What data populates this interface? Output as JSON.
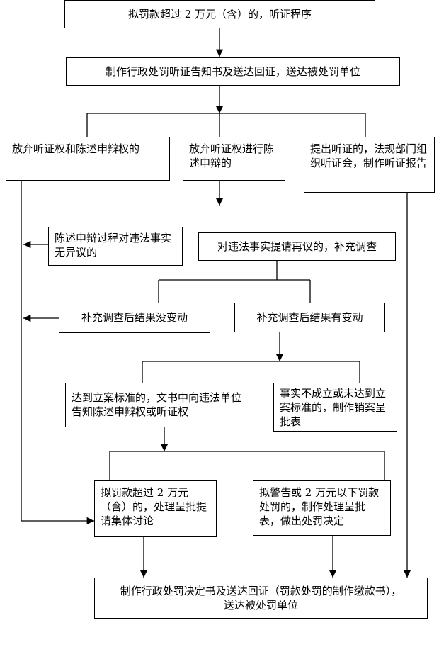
{
  "nodes": {
    "b1": "拟罚款超过 2 万元（含）的，听证程序",
    "b2": "制作行政处罚听证告知书及送达回证，送达被处罚单位",
    "b3": "放弃听证权和陈述申辩权的",
    "b4": "放弃听证权进行陈述申辩的",
    "b5": "提出听证的，法规部门组织听证会，制作听证报告",
    "b6": "陈述申辩过程对违法事实无异议的",
    "b7": "对违法事实提请再议的，补充调查",
    "b8": "补充调查后结果没变动",
    "b9": "补充调查后结果有变动",
    "b10": "达到立案标准的，文书中向违法单位告知陈述申辩权或听证权",
    "b11": "事实不成立或未达到立案标准的，制作销案呈批表",
    "b12": "拟罚款超过 2 万元（含）的，处理呈批提请集体讨论",
    "b13": "拟警告或 2 万元以下罚款处罚的，制作处理呈批表，做出处罚决定",
    "b14": "制作行政处罚决定书及送达回证（罚款处罚的制作缴款书），送达被处罚单位"
  }
}
